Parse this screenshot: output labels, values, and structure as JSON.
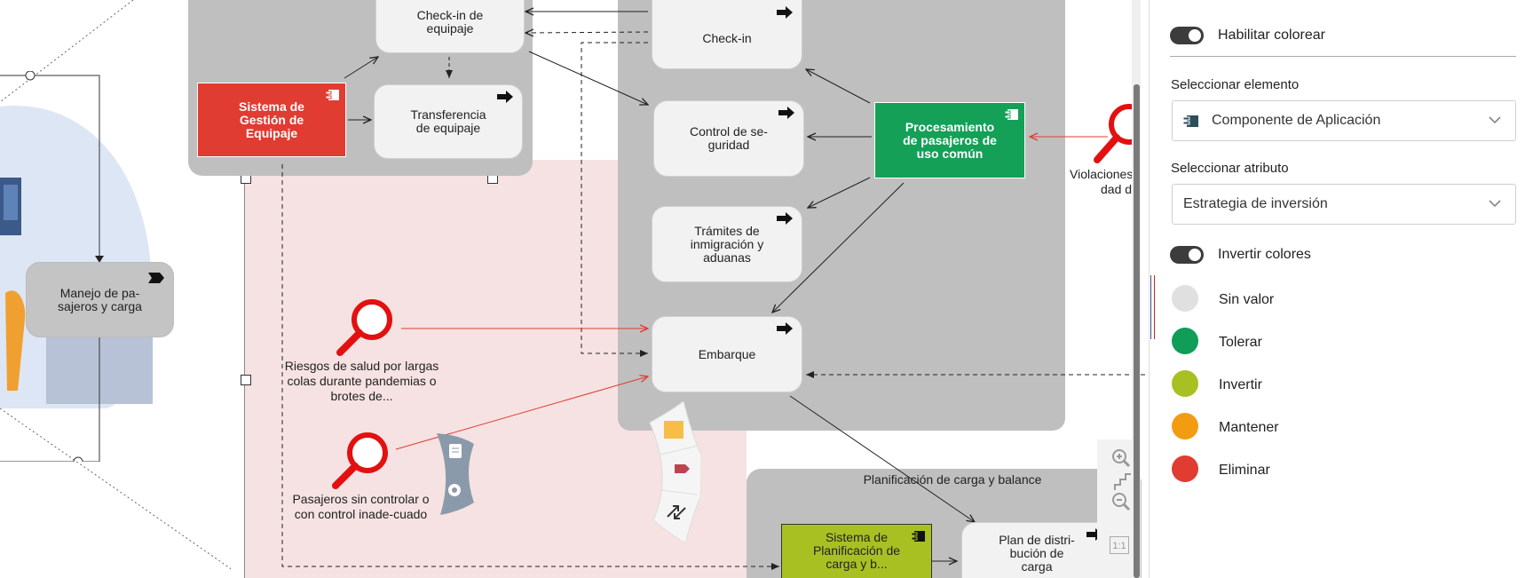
{
  "colors": {
    "sin_valor": "#e0e0e0",
    "tolerar": "#0f9d58",
    "invertir": "#a8c022",
    "mantener": "#f39c12",
    "eliminar": "#e03c31",
    "red_component": "#e03c31",
    "green_component": "#14a057",
    "lime_component": "#a9c023",
    "group_gray": "#bfbfbf",
    "pink_area": "#f6e2e2"
  },
  "diagram": {
    "check_in_equipaje": "Check-in de equipaje",
    "sistema_equipaje": "Sistema de Gestión de Equipaje",
    "transferencia": "Transferencia de equipaje",
    "check_in": "Check-in",
    "control": "Control de se-guridad",
    "tramites": "Trámites de inmigración y aduanas",
    "procesamiento": "Procesamiento de pasajeros de uso común",
    "embarque": "Embarque",
    "manejo": "Manejo de pa-sajeros y carga",
    "riesgos": "Riesgos de salud por largas colas durante pandemias o brotes de...",
    "pasajeros_sin": "Pasajeros sin controlar o con control inade-cuado",
    "violaciones": "Violaciones",
    "violaciones2": "dad de",
    "planificacion_group": "Planificación de carga y balance",
    "sistema_planificacion": "Sistema de Planificación de carga y b...",
    "plan_distribucion": "Plan de distri-bución de carga",
    "zoom_reset": "1:1"
  },
  "panel": {
    "habilitar": "Habilitar colorear",
    "habilitar_on": true,
    "seleccionar_elemento_label": "Seleccionar elemento",
    "seleccionar_elemento_value": "Componente de Aplicación",
    "seleccionar_atributo_label": "Seleccionar atributo",
    "seleccionar_atributo_value": "Estrategia de inversión",
    "invertir_colores": "Invertir colores",
    "invertir_on": true,
    "legend": [
      {
        "label": "Sin valor",
        "color": "#e0e0e0"
      },
      {
        "label": "Tolerar",
        "color": "#0f9d58"
      },
      {
        "label": "Invertir",
        "color": "#a8c022"
      },
      {
        "label": "Mantener",
        "color": "#f39c12"
      },
      {
        "label": "Eliminar",
        "color": "#e03c31"
      }
    ]
  },
  "icons": [
    "arrow-right-icon",
    "component-icon",
    "magnifier-icon",
    "book-icon",
    "gear-icon",
    "zoom-in-icon",
    "zoom-out-icon",
    "fit-icon",
    "chevron-down-icon",
    "square-icon",
    "tag-icon",
    "relation-icon"
  ]
}
